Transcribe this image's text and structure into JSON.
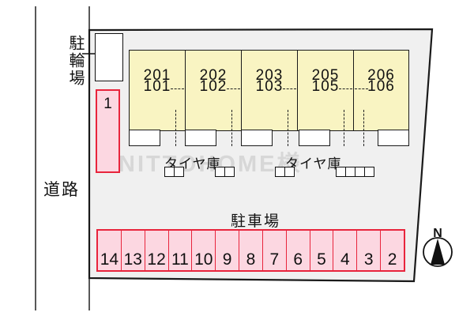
{
  "site_plan": {
    "road": {
      "label": "道路"
    },
    "bicycle_parking": {
      "label": "駐輪場"
    },
    "colors": {
      "site_fill": "#f0f0f0",
      "outline": "#1a1a1a",
      "unit_fill": "#f9f4c2",
      "stall_fill": "#fcd7e1",
      "stall_border": "#e8243c"
    },
    "buildings": {
      "units": [
        {
          "upper": "201",
          "lower": "101"
        },
        {
          "upper": "202",
          "lower": "102"
        },
        {
          "upper": "203",
          "lower": "103"
        },
        {
          "upper": "205",
          "lower": "105"
        },
        {
          "upper": "206",
          "lower": "106"
        }
      ]
    },
    "tire_storage": {
      "label_left": "タイヤ庫",
      "label_right": "タイヤ庫"
    },
    "parking": {
      "title": "駐車場",
      "first_stall": "1",
      "stall_numbers": [
        "14",
        "13",
        "12",
        "11",
        "10",
        "9",
        "8",
        "7",
        "6",
        "5",
        "4",
        "3",
        "2"
      ]
    },
    "compass": {
      "label": "N"
    },
    "watermark": {
      "text": "NITTOHOME様"
    }
  }
}
